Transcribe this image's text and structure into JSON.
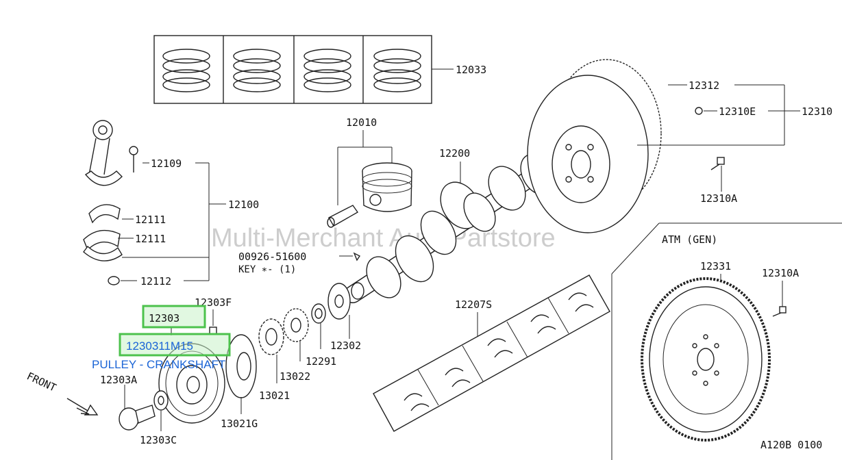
{
  "watermark": "Multi-Merchant Auto Partstore",
  "diagram_code": "A120B 0100",
  "highlight": {
    "part_no": "12303",
    "part_no_alt": "1230311M15",
    "description": "PULLEY - CRANKSHAFT",
    "color": "#4cc24c",
    "text_color": "#1a64d6"
  },
  "section_atm": "ATM (GEN)",
  "callouts": {
    "rings": "12033",
    "piston": "12010",
    "con_rod_bolt": "12109",
    "con_rod_assy": "12100",
    "bearing_a": "12111",
    "bearing_b": "12111",
    "nut": "12112",
    "crankshaft": "12200",
    "flywheel_ring": "12312",
    "flywheel_bolt_e": "12310E",
    "flywheel": "12310",
    "flywheel_bolt": "12310A",
    "key_part": "00926-51600",
    "key_label": "KEY  ∗-  (1)",
    "main_bearings": "12207S",
    "pulley_bolt_f": "12303F",
    "pulley_bolt": "12303A",
    "washer": "12303C",
    "sprocket_g": "13021G",
    "sprocket": "13021",
    "spacer": "13022",
    "oil_seal": "12291",
    "plate": "12302",
    "drive_plate": "12331",
    "drive_plate_bolt": "12310A"
  },
  "front_label": "FRONT"
}
